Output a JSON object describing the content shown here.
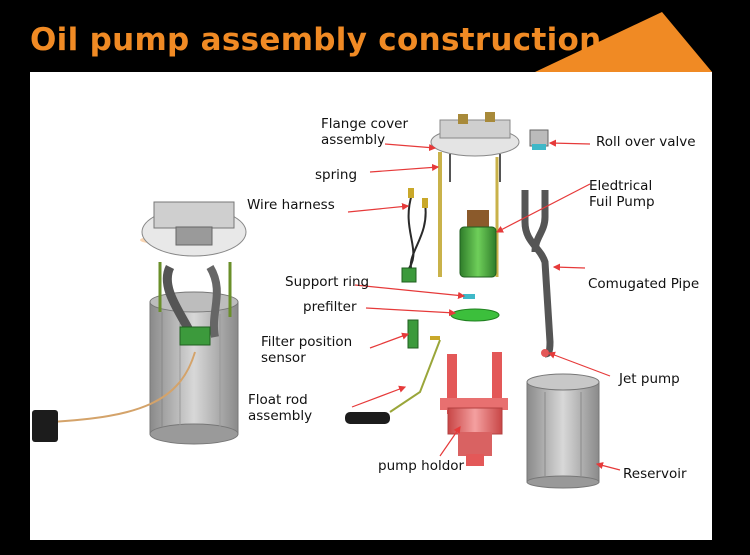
{
  "title": "Oil pump assembly construction",
  "colors": {
    "accent": "#f08a24",
    "pointer": "#e63a3a",
    "background": "#000000",
    "panel": "#ffffff"
  },
  "labels": {
    "flange_cover_line1": "Flange cover",
    "flange_cover_line2": "assembly",
    "spring": "spring",
    "wire_harness": "Wire harness",
    "support_ring": "Support ring",
    "prefilter": "prefilter",
    "filter_position_line1": "Filter position",
    "filter_position_line2": "sensor",
    "float_rod_line1": "Float rod",
    "float_rod_line2": "assembly",
    "pump_holder": "pump holdor",
    "roll_over_valve": "Roll over valve",
    "electrical_pump_line1": "Eledtrical",
    "electrical_pump_line2": "Fuil Pump",
    "corrugated_pipe": "Comugated Pipe",
    "jet_pump": "Jet pump",
    "reservoir": "Reservoir"
  }
}
